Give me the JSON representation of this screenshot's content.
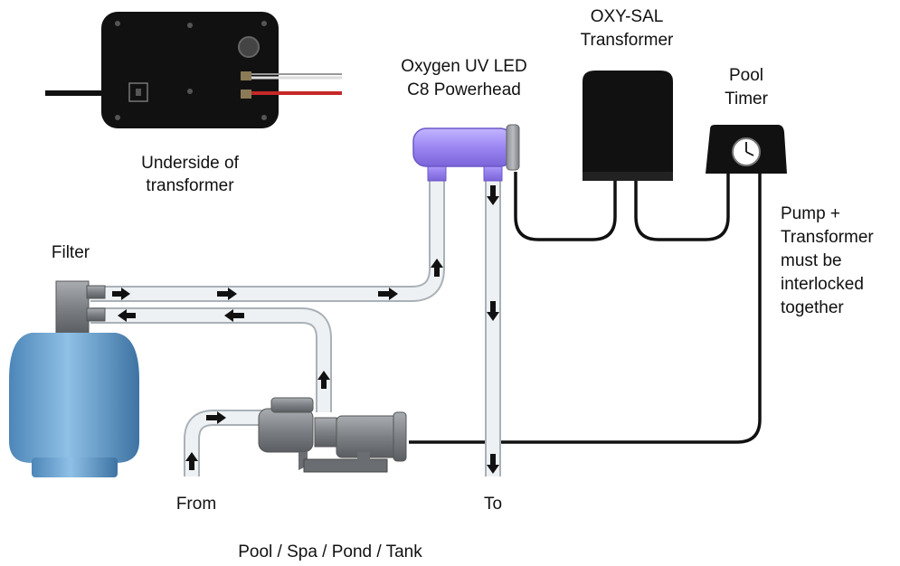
{
  "labels": {
    "underside_line1": "Underside of",
    "underside_line2": "transformer",
    "powerhead_line1": "Oxygen UV LED",
    "powerhead_line2": "C8 Powerhead",
    "transformer_line1": "OXY-SAL",
    "transformer_line2": "Transformer",
    "timer_line1": "Pool",
    "timer_line2": "Timer",
    "filter": "Filter",
    "note_line1": "Pump +",
    "note_line2": "Transformer",
    "note_line3": "must be",
    "note_line4": "interlocked",
    "note_line5": "together",
    "from": "From",
    "to": "To",
    "footer": "Pool / Spa / Pond / Tank"
  },
  "icons": {
    "flow_arrow": "flow-arrow-icon",
    "clock": "clock-icon"
  },
  "colors": {
    "pipe_fill": "#eef1f3",
    "pipe_stroke": "#a9b1b7",
    "powerhead": "#9b86f2",
    "filter_tank": "#6ea4cf",
    "device_black": "#111111",
    "pump_grey": "#7d8185",
    "wire_red": "#c62828"
  }
}
